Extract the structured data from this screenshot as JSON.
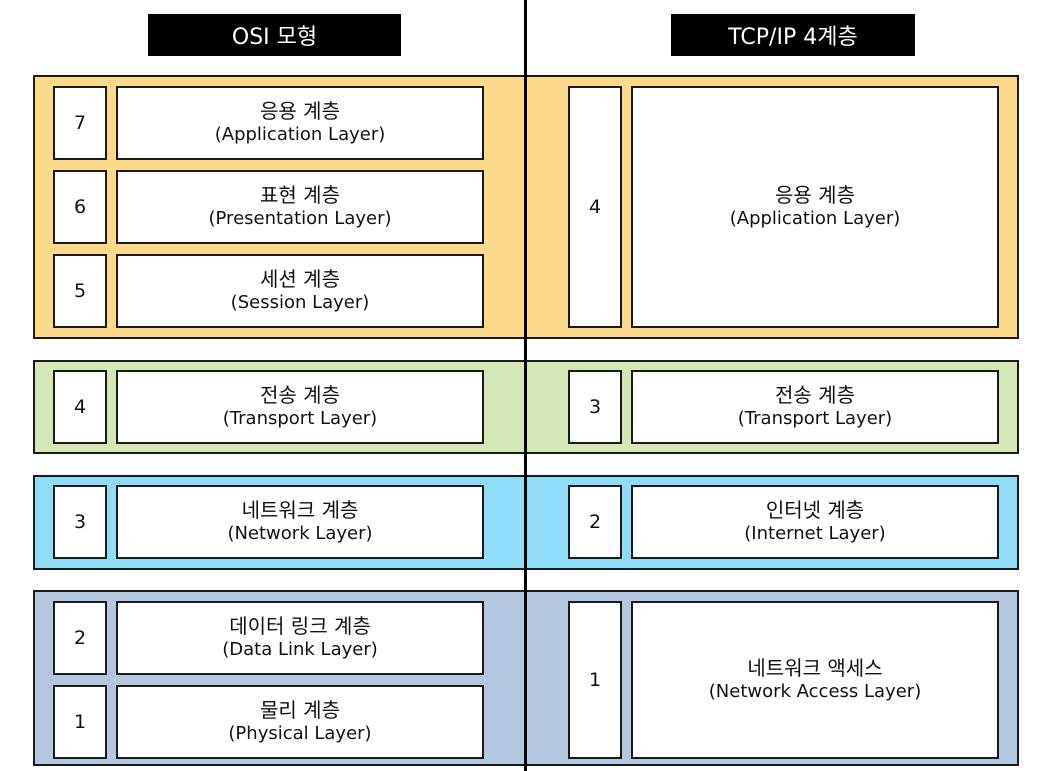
{
  "headers": {
    "osi": "OSI 모형",
    "tcpip": "TCP/IP 4계층"
  },
  "colors": {
    "upper": "#fed98a",
    "transport": "#d3e8b5",
    "network": "#8edcf8",
    "link": "#b2c6e0",
    "divider": "#000000"
  },
  "osi": [
    {
      "num": "7",
      "ko": "응용 계층",
      "en": "(Application Layer)"
    },
    {
      "num": "6",
      "ko": "표현 계층",
      "en": "(Presentation Layer)"
    },
    {
      "num": "5",
      "ko": "세션 계층",
      "en": "(Session Layer)"
    },
    {
      "num": "4",
      "ko": "전송 계층",
      "en": "(Transport Layer)"
    },
    {
      "num": "3",
      "ko": "네트워크 계층",
      "en": "(Network Layer)"
    },
    {
      "num": "2",
      "ko": "데이터 링크 계층",
      "en": "(Data Link Layer)"
    },
    {
      "num": "1",
      "ko": "물리 계층",
      "en": "(Physical Layer)"
    }
  ],
  "tcpip": [
    {
      "num": "4",
      "ko": "응용 계층",
      "en": "(Application Layer)"
    },
    {
      "num": "3",
      "ko": "전송 계층",
      "en": "(Transport Layer)"
    },
    {
      "num": "2",
      "ko": "인터넷 계층",
      "en": "(Internet Layer)"
    },
    {
      "num": "1",
      "ko": "네트워크 액세스",
      "en": "(Network Access Layer)"
    }
  ]
}
